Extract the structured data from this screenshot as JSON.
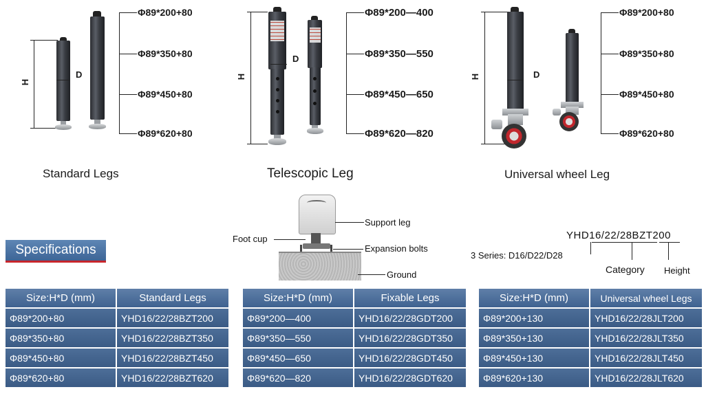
{
  "sizes_standard": [
    "Φ89*200+80",
    "Φ89*350+80",
    "Φ89*450+80",
    "Φ89*620+80"
  ],
  "sizes_telescopic": [
    "Φ89*200—400",
    "Φ89*350—550",
    "Φ89*450—650",
    "Φ89*620—820"
  ],
  "sizes_wheel": [
    "Φ89*200+80",
    "Φ89*350+80",
    "Φ89*450+80",
    "Φ89*620+80"
  ],
  "captions": {
    "standard": "Standard Legs",
    "telescopic": "Telescopic Leg",
    "wheel": "Universal wheel Leg"
  },
  "dimension_labels": {
    "height": "H",
    "diameter": "D"
  },
  "specifications_title": "Specifications",
  "diagram": {
    "support_leg": "Support leg",
    "foot_cup": "Foot cup",
    "expansion_bolts": "Expansion bolts",
    "ground": "Ground"
  },
  "code_legend": {
    "code": "YHD16/22/28BZT200",
    "series": "3 Series: D16/D22/D28",
    "category": "Category",
    "height": "Height"
  },
  "tables": [
    {
      "headers": [
        "Size:H*D (mm)",
        "Standard Legs"
      ],
      "rows": [
        [
          "Φ89*200+80",
          "YHD16/22/28BZT200"
        ],
        [
          "Φ89*350+80",
          "YHD16/22/28BZT350"
        ],
        [
          "Φ89*450+80",
          "YHD16/22/28BZT450"
        ],
        [
          "Φ89*620+80",
          "YHD16/22/28BZT620"
        ]
      ]
    },
    {
      "headers": [
        "Size:H*D (mm)",
        "Fixable Legs"
      ],
      "rows": [
        [
          "Φ89*200—400",
          "YHD16/22/28GDT200"
        ],
        [
          "Φ89*350—550",
          "YHD16/22/28GDT350"
        ],
        [
          "Φ89*450—650",
          "YHD16/22/28GDT450"
        ],
        [
          "Φ89*620—820",
          "YHD16/22/28GDT620"
        ]
      ]
    },
    {
      "headers": [
        "Size:H*D (mm)",
        "Universal wheel Legs"
      ],
      "rows": [
        [
          "Φ89*200+130",
          "YHD16/22/28JLT200"
        ],
        [
          "Φ89*350+130",
          "YHD16/22/28JLT350"
        ],
        [
          "Φ89*450+130",
          "YHD16/22/28JLT450"
        ],
        [
          "Φ89*620+130",
          "YHD16/22/28JLT620"
        ]
      ]
    }
  ]
}
